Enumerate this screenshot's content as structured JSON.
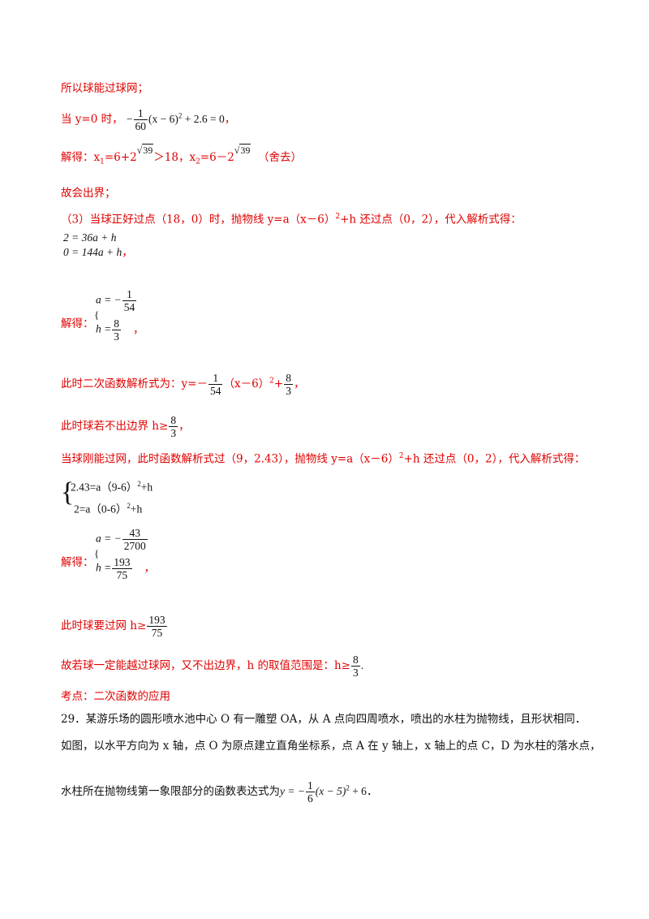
{
  "lines": {
    "l1": "所以球能过球网；",
    "l2_prefix": "当 y=0 时，",
    "l2_minus": "−",
    "l2_num": "1",
    "l2_den": "60",
    "l2_expr": "(x − 6)",
    "l2_sup": "2",
    "l2_tail": " + 2.6 = 0",
    "l2_end": "，",
    "l3_a": "解得：x",
    "l3_sub1": "1",
    "l3_b": "=6+2",
    "l3_sqrt1": "39",
    "l3_c": "＞18，x",
    "l3_sub2": "2",
    "l3_d": "=6－2",
    "l3_sqrt2": "39",
    "l3_e": "（舍去）",
    "l4": "故会出界；",
    "l5": "（3）当球正好过点（18，0）时，抛物线 y=a（x－6）",
    "l5_sup": "2",
    "l5_tail": "+h 还过点（0，2），代入解析式得：",
    "sys1_r1": "2 = 36a + h",
    "sys1_r2": "0 = 144a + h",
    "sys1_end": "，",
    "l6_label": "解得：",
    "l6_a": "a = −",
    "l6_a_num": "1",
    "l6_a_den": "54",
    "l6_h": "h =",
    "l6_h_num": "8",
    "l6_h_den": "3",
    "l6_end": "，",
    "l7_a": "此时二次函数解析式为：y=－",
    "l7_num": "1",
    "l7_den": "54",
    "l7_b": "（x－6）",
    "l7_sup": "2",
    "l7_c": "+",
    "l7_num2": "8",
    "l7_den2": "3",
    "l7_end": "，",
    "l8_a": "此时球若不出边界 h≥",
    "l8_num": "8",
    "l8_den": "3",
    "l8_end": "，",
    "l9": "当球刚能过网，此时函数解析式过（9，2.43），抛物线 y=a（x－6）",
    "l9_sup": "2",
    "l9_tail": "+h 还过点（0，2），代入解析式得：",
    "sys2_r1": "2.43=a（9-6）",
    "sys2_r1_sup": "2",
    "sys2_r1_tail": "+h",
    "sys2_r2": "2=a（0-6）",
    "sys2_r2_sup": "2",
    "sys2_r2_tail": "+h",
    "l10_label": "解得：",
    "l10_a": "a = −",
    "l10_a_num": "43",
    "l10_a_den": "2700",
    "l10_h": "h =",
    "l10_h_num": "193",
    "l10_h_den": "75",
    "l10_end": "，",
    "l11_a": "此时球要过网 h≥",
    "l11_num": "193",
    "l11_den": "75",
    "l12_a": "故若球一定能越过球网，又不出边界，h 的取值范围是：h≥",
    "l12_num": "8",
    "l12_den": "3",
    "l12_end": ".",
    "l13": "考点：二次函数的应用",
    "l14": "29．某游乐场的圆形喷水池中心 O 有一雕塑 OA，从 A 点向四周喷水，喷出的水柱为抛物线，且形状相同．",
    "l15": "如图，以水平方向为 x 轴，点 O 为原点建立直角坐标系，点 A 在 y 轴上，x 轴上的点 C，D 为水柱的落水点，",
    "l16_a": "水柱所在抛物线第一象限部分的函数表达式为",
    "l16_y": "y = −",
    "l16_num": "1",
    "l16_den": "6",
    "l16_expr": "(x − 5)",
    "l16_sup": "2",
    "l16_tail": " + 6",
    "l16_end": "．"
  },
  "colors": {
    "answer": "#e00000",
    "text": "#111111"
  }
}
